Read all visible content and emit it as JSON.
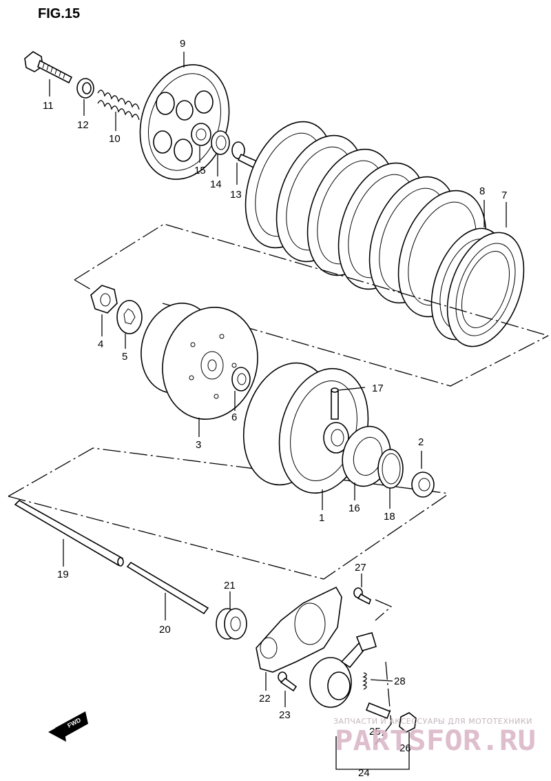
{
  "figure": {
    "title": "FIG.15"
  },
  "callouts": [
    {
      "id": "1",
      "text": "1"
    },
    {
      "id": "2",
      "text": "2"
    },
    {
      "id": "3",
      "text": "3"
    },
    {
      "id": "4",
      "text": "4"
    },
    {
      "id": "5",
      "text": "5"
    },
    {
      "id": "6",
      "text": "6"
    },
    {
      "id": "7",
      "text": "7"
    },
    {
      "id": "8",
      "text": "8"
    },
    {
      "id": "9",
      "text": "9"
    },
    {
      "id": "10",
      "text": "10"
    },
    {
      "id": "11",
      "text": "11"
    },
    {
      "id": "12",
      "text": "12"
    },
    {
      "id": "13",
      "text": "13"
    },
    {
      "id": "14",
      "text": "14"
    },
    {
      "id": "15",
      "text": "15"
    },
    {
      "id": "16",
      "text": "16"
    },
    {
      "id": "17",
      "text": "17"
    },
    {
      "id": "18",
      "text": "18"
    },
    {
      "id": "19",
      "text": "19"
    },
    {
      "id": "20",
      "text": "20"
    },
    {
      "id": "21",
      "text": "21"
    },
    {
      "id": "22",
      "text": "22"
    },
    {
      "id": "23",
      "text": "23"
    },
    {
      "id": "24",
      "text": "24"
    },
    {
      "id": "25",
      "text": "25"
    },
    {
      "id": "26",
      "text": "26"
    },
    {
      "id": "27",
      "text": "27"
    },
    {
      "id": "28",
      "text": "28"
    }
  ],
  "direction_badge": {
    "text": "FWD"
  },
  "watermark": {
    "tagline": "ЗАПЧАСТИ И АКСЕССУАРЫ ДЛЯ МОТОТЕХНИКИ",
    "logo": "PARTSFOR.RU"
  }
}
